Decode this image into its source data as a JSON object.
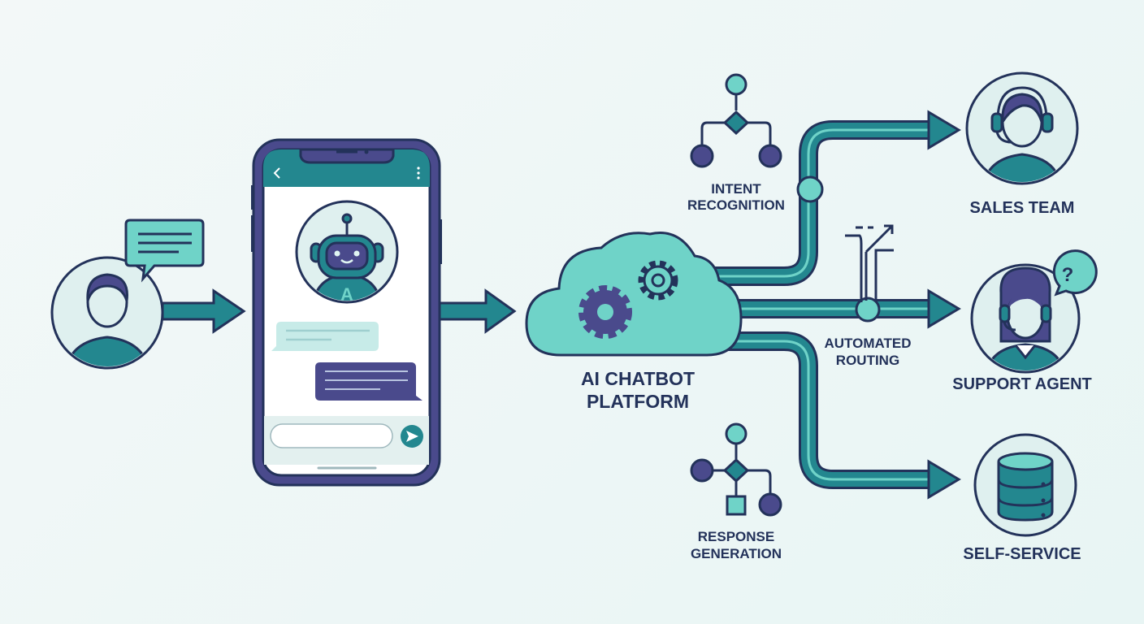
{
  "diagram": {
    "platform": {
      "line1": "AI CHATBOT",
      "line2": "PLATFORM"
    },
    "steps": {
      "intent": {
        "line1": "INTENT",
        "line2": "RECOGNITION"
      },
      "routing": {
        "line1": "AUTOMATED",
        "line2": "ROUTING"
      },
      "response": {
        "line1": "RESPONSE",
        "line2": "GENERATION"
      }
    },
    "destinations": [
      {
        "label": "SALES TEAM",
        "icon": "headset-agent-icon"
      },
      {
        "label": "SUPPORT AGENT",
        "icon": "support-agent-icon"
      },
      {
        "label": "SELF-SERVICE",
        "icon": "database-icon"
      }
    ],
    "phone": {
      "avatar_letter": "A"
    },
    "help_symbol": "?",
    "colors": {
      "navy": "#23325a",
      "teal": "#23878f",
      "light_teal": "#6fd3c8",
      "purple": "#4a4a8c",
      "background": "#eef7f7"
    }
  }
}
